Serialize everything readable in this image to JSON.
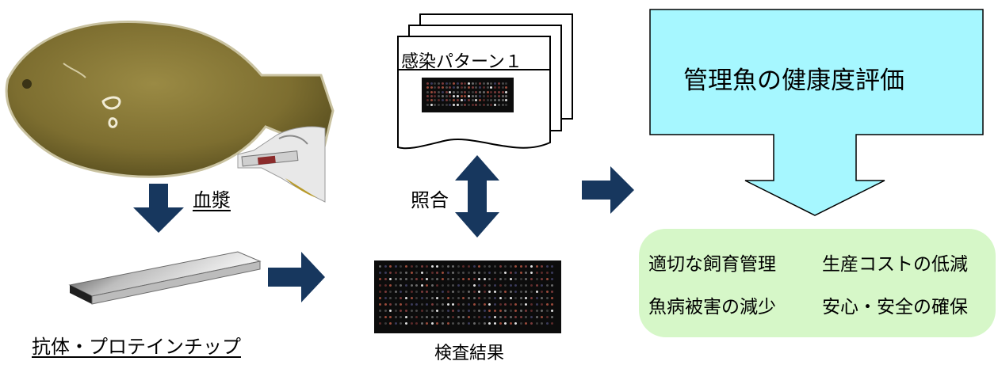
{
  "labels": {
    "plasma": "血漿",
    "chip": "抗体・プロテインチップ",
    "infection_pattern": "感染パターン１",
    "match": "照合",
    "test_result": "検査結果",
    "evaluation": "管理魚の健康度評価"
  },
  "benefits": [
    "適切な飼育管理",
    "生産コストの低減",
    "魚病被害の減少",
    "安心・安全の確保"
  ],
  "colors": {
    "arrow": "#17375e",
    "evaluation_fill": "#a6f7ff",
    "result_fill": "#d6f7c8",
    "fish_body": "#8a7a3a"
  }
}
